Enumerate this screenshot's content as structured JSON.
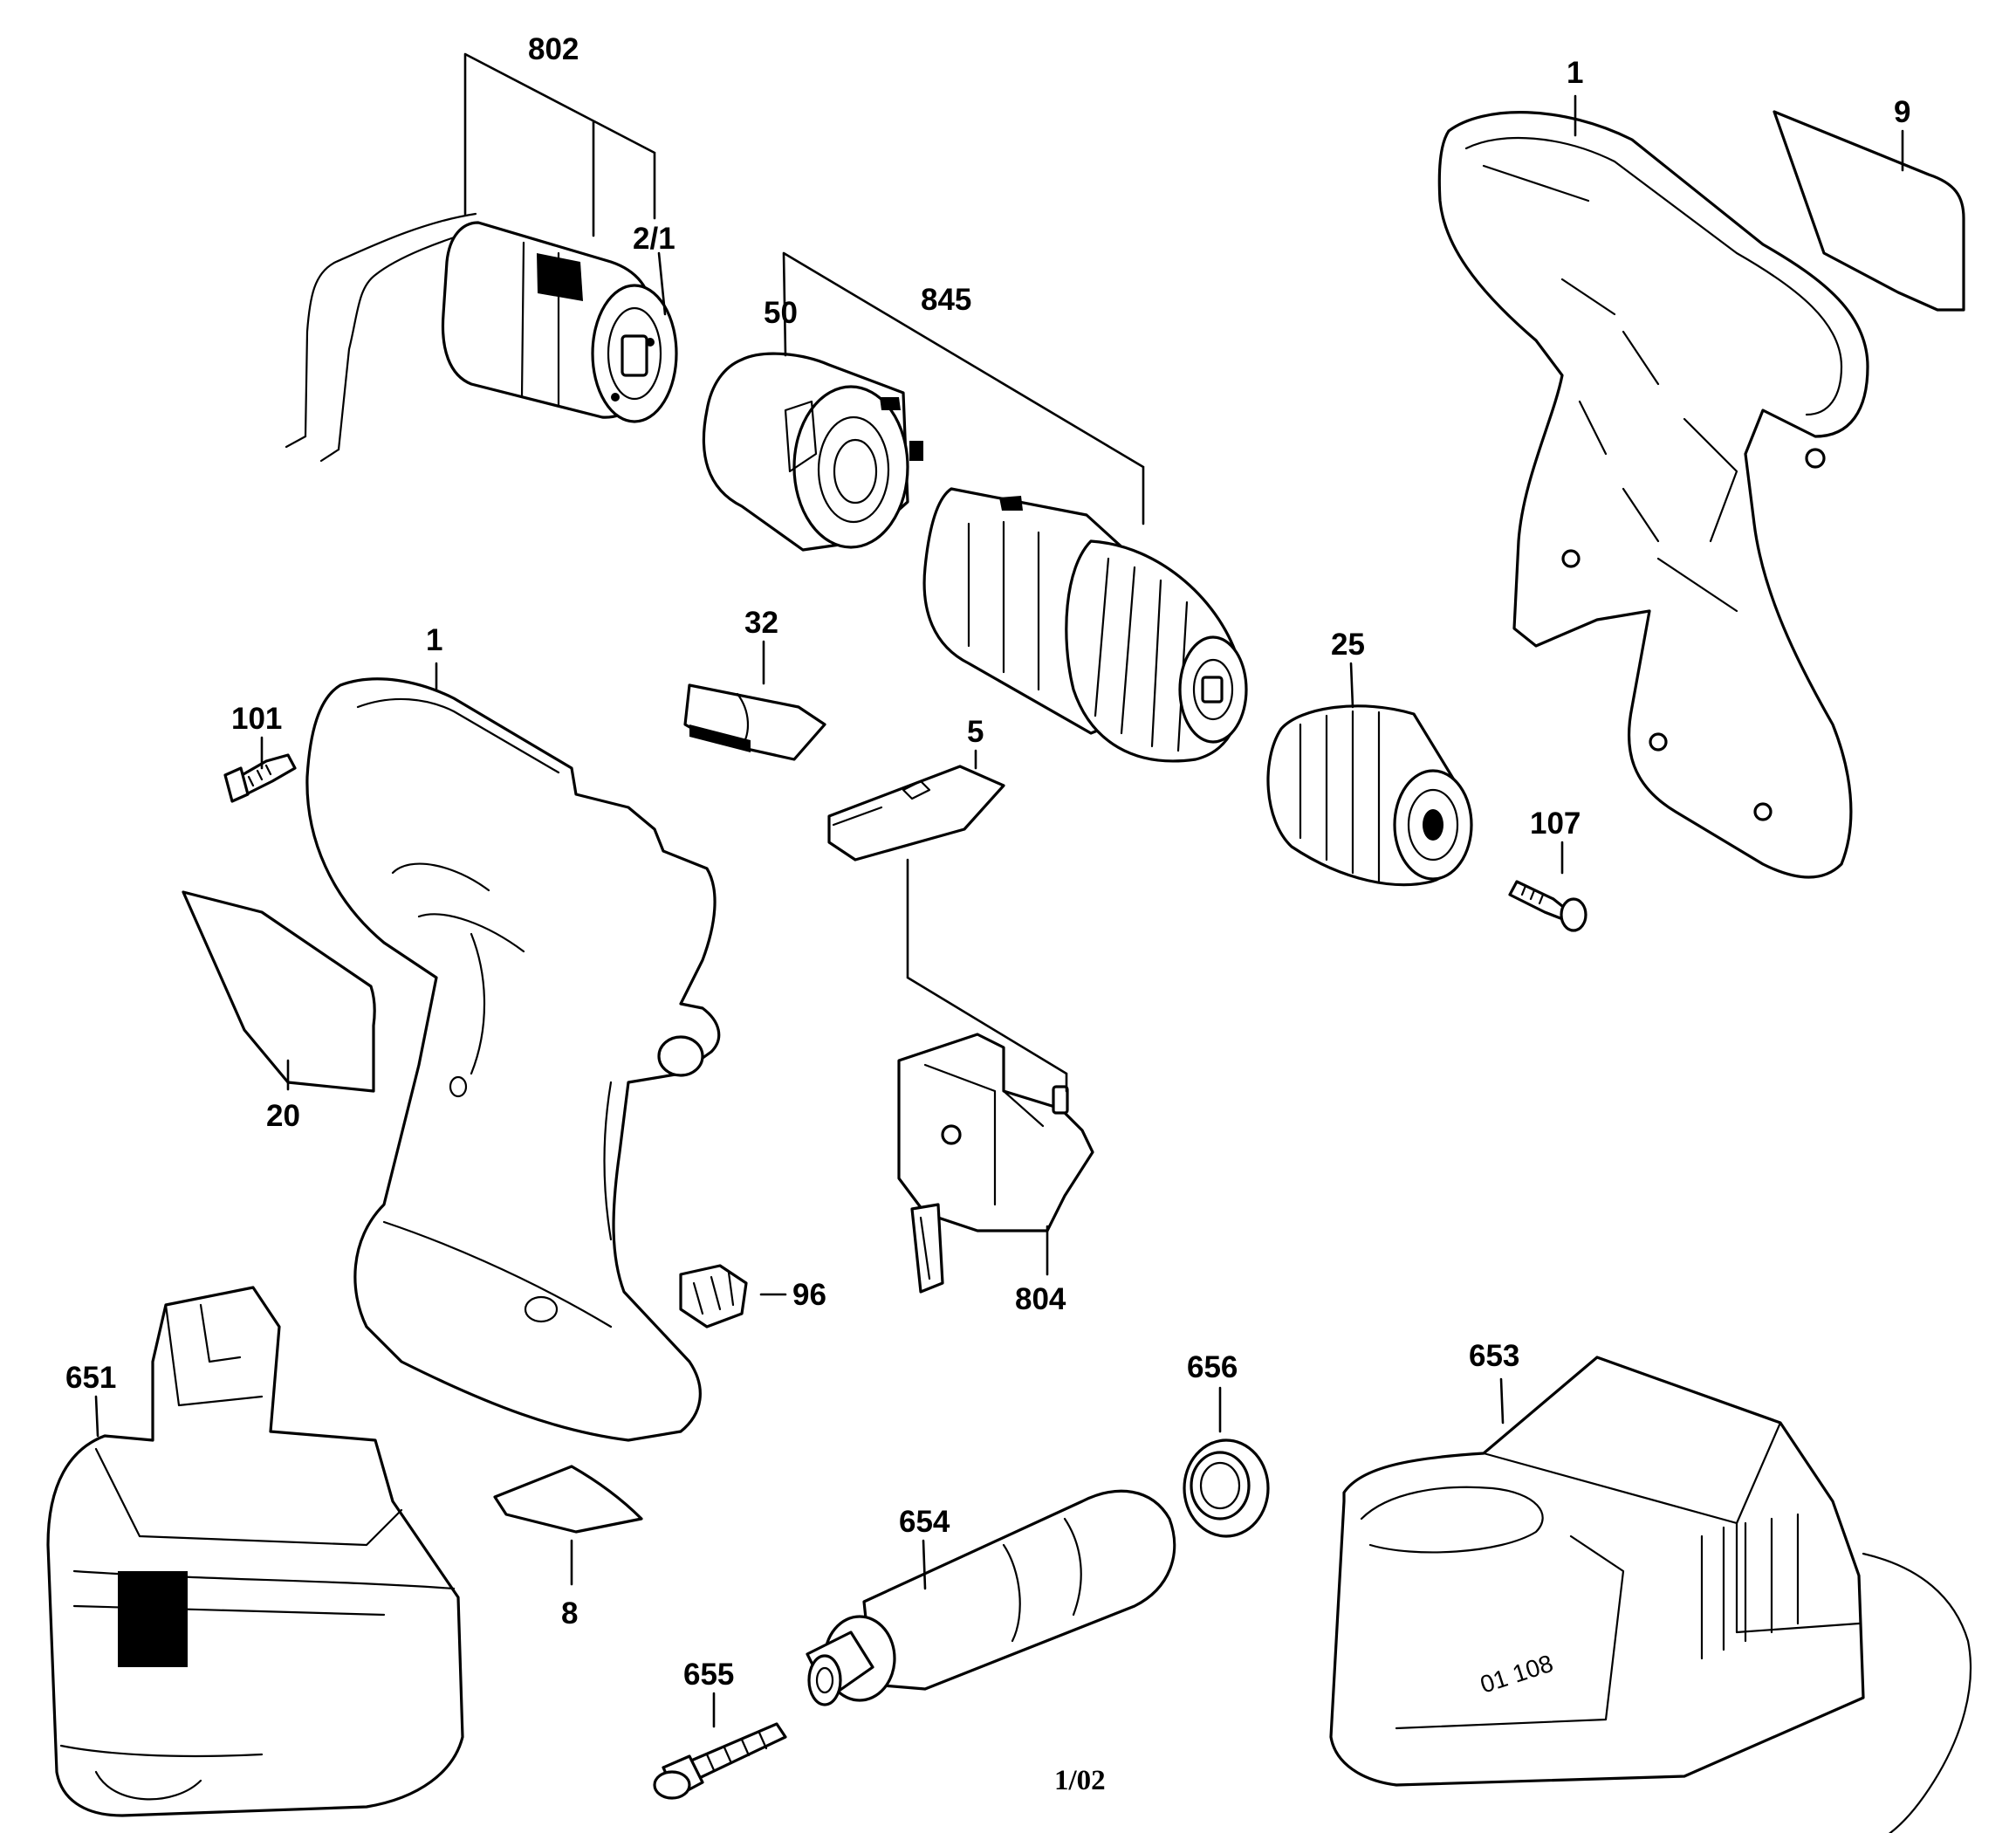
{
  "callouts": [
    {
      "id": "802",
      "text": "802"
    },
    {
      "id": "2_1",
      "text": "2/1"
    },
    {
      "id": "50",
      "text": "50"
    },
    {
      "id": "845",
      "text": "845"
    },
    {
      "id": "1_right",
      "text": "1"
    },
    {
      "id": "9",
      "text": "9"
    },
    {
      "id": "32",
      "text": "32"
    },
    {
      "id": "1_left",
      "text": "1"
    },
    {
      "id": "101",
      "text": "101"
    },
    {
      "id": "5",
      "text": "5"
    },
    {
      "id": "25",
      "text": "25"
    },
    {
      "id": "107",
      "text": "107"
    },
    {
      "id": "20",
      "text": "20"
    },
    {
      "id": "96",
      "text": "96"
    },
    {
      "id": "804",
      "text": "804"
    },
    {
      "id": "651",
      "text": "651"
    },
    {
      "id": "656",
      "text": "656"
    },
    {
      "id": "653",
      "text": "653"
    },
    {
      "id": "654",
      "text": "654"
    },
    {
      "id": "8",
      "text": "8"
    },
    {
      "id": "655",
      "text": "655"
    }
  ],
  "charger_marking": "01 108",
  "footer": {
    "revision": "1/02"
  }
}
